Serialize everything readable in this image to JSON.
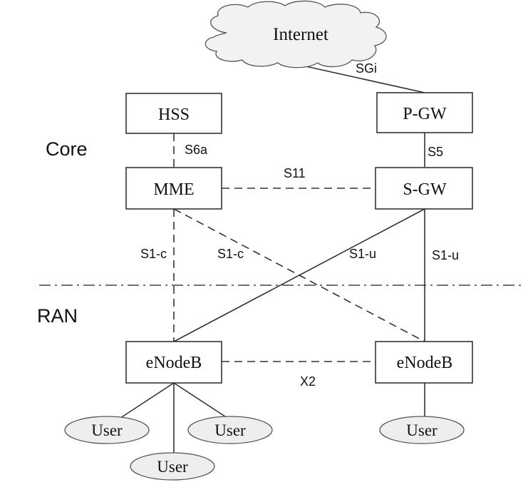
{
  "cloud": {
    "label": "Internet"
  },
  "nodes": {
    "hss": "HSS",
    "pgw": "P-GW",
    "mme": "MME",
    "sgw": "S-GW",
    "enodeb_left": "eNodeB",
    "enodeb_right": "eNodeB"
  },
  "users": [
    "User",
    "User",
    "User",
    "User"
  ],
  "sections": {
    "core": "Core",
    "ran": "RAN"
  },
  "interfaces": {
    "sgi": "SGi",
    "s6a": "S6a",
    "s5": "S5",
    "s11": "S11",
    "s1c_left": "S1-c",
    "s1c_diag": "S1-c",
    "s1u_diag": "S1-u",
    "s1u_right": "S1-u",
    "x2": "X2"
  }
}
